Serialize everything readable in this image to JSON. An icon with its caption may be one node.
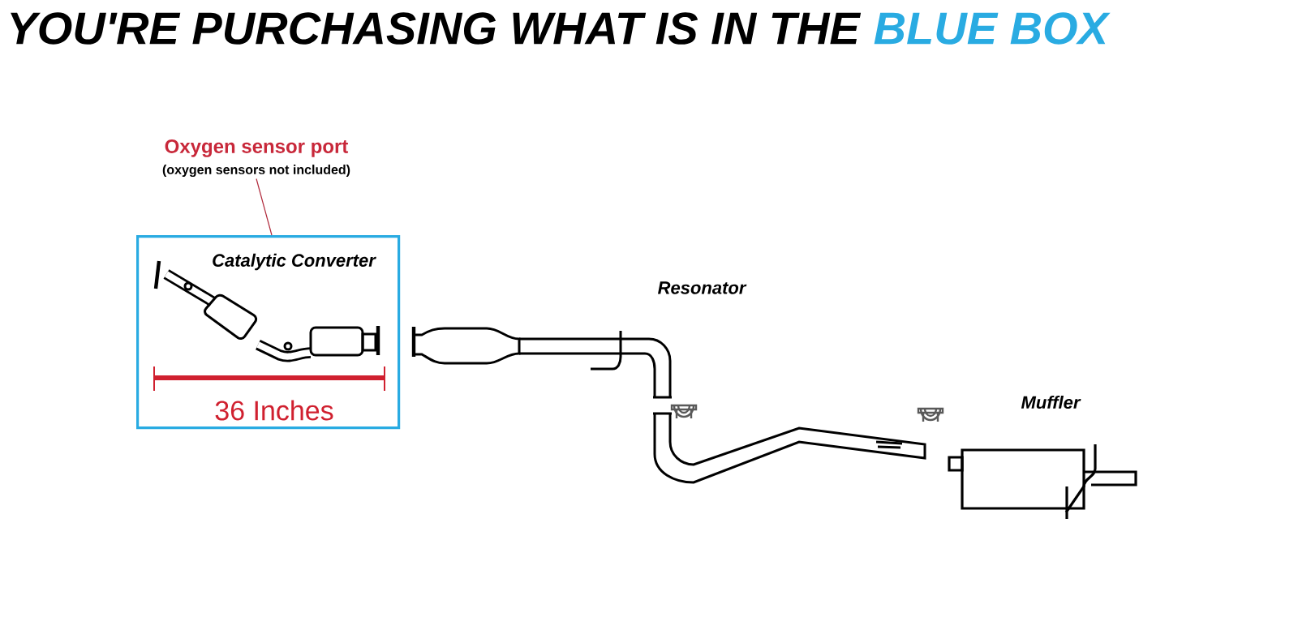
{
  "diagram": {
    "title": "YOU'RE PURCHASING WHAT IS IN THE",
    "nodes": [
      {
        "text": [
          "Catalytic Converter"
        ]
      },
      {
        "text": [
          "Oxygen sensor port",
          "(oxygen sensors not included)"
        ]
      }
    ],
    "edges": [
      {
        "from": 1,
        "to": 0,
        "arrow": "none",
        "color": "#b0283a"
      }
    ],
    "labels": [
      "BLUE BOX",
      "36 Inches",
      "Resonator",
      "Muffler"
    ]
  }
}
